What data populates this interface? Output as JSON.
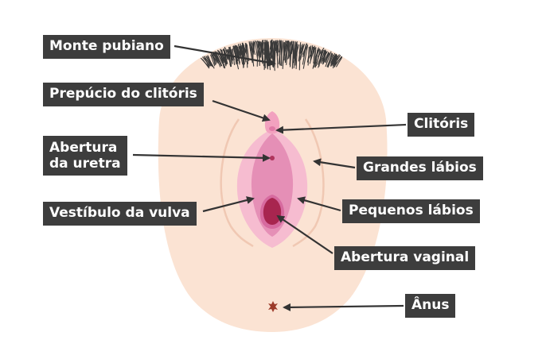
{
  "colors": {
    "skin": "#fbe3d3",
    "skin_shadow": "#f2c9b3",
    "hair": "#3a3a3a",
    "labia_minora": "#f6bcd0",
    "vestibule": "#e58fb6",
    "vestibule_inner": "#d76a9f",
    "vaginal_opening": "#a8254f",
    "clitoris": "#f2a1bf",
    "label_bg": "#3d3d3d",
    "label_text": "#ffffff",
    "arrow": "#333333",
    "anus": "#9c3b2a"
  },
  "labels": {
    "monte_pubiano": "Monte pubiano",
    "prepucio": "Prepúcio do clitóris",
    "abertura_uretra": "Abertura\nda uretra",
    "vestibulo": "Vestíbulo da vulva",
    "clitoris": "Clitóris",
    "grandes_labios": "Grandes lábios",
    "pequenos_labios": "Pequenos lábios",
    "abertura_vaginal": "Abertura vaginal",
    "anus": "Ânus"
  }
}
